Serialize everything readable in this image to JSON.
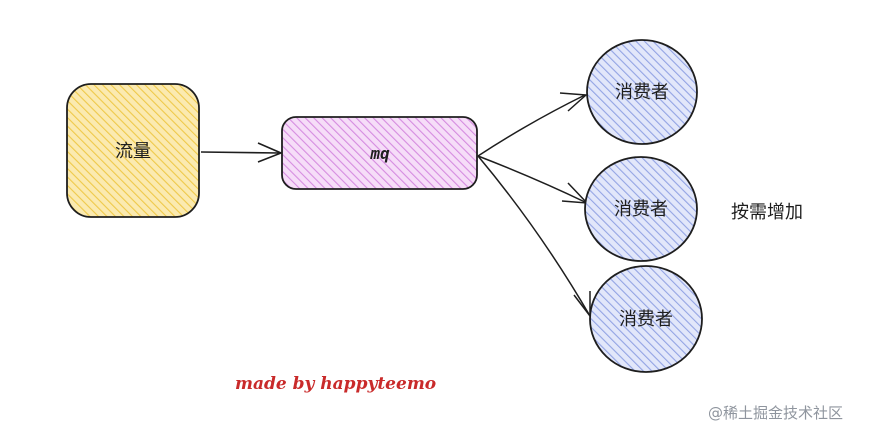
{
  "nodes": {
    "traffic": {
      "label": "流量",
      "fill": "#f5d66b",
      "stroke": "#1e1e1e"
    },
    "mq": {
      "label": "mq",
      "fill": "#e6a6ee",
      "stroke": "#1e1e1e"
    },
    "consumers": [
      {
        "label": "消费者"
      },
      {
        "label": "消费者"
      },
      {
        "label": "消费者"
      }
    ],
    "consumer_fill": "#a9b6ec"
  },
  "note": {
    "text": "按需增加"
  },
  "credit": {
    "text": "made by happyteemo",
    "color": "#c92a2a"
  },
  "watermark": {
    "text": "@稀土掘金技术社区"
  }
}
